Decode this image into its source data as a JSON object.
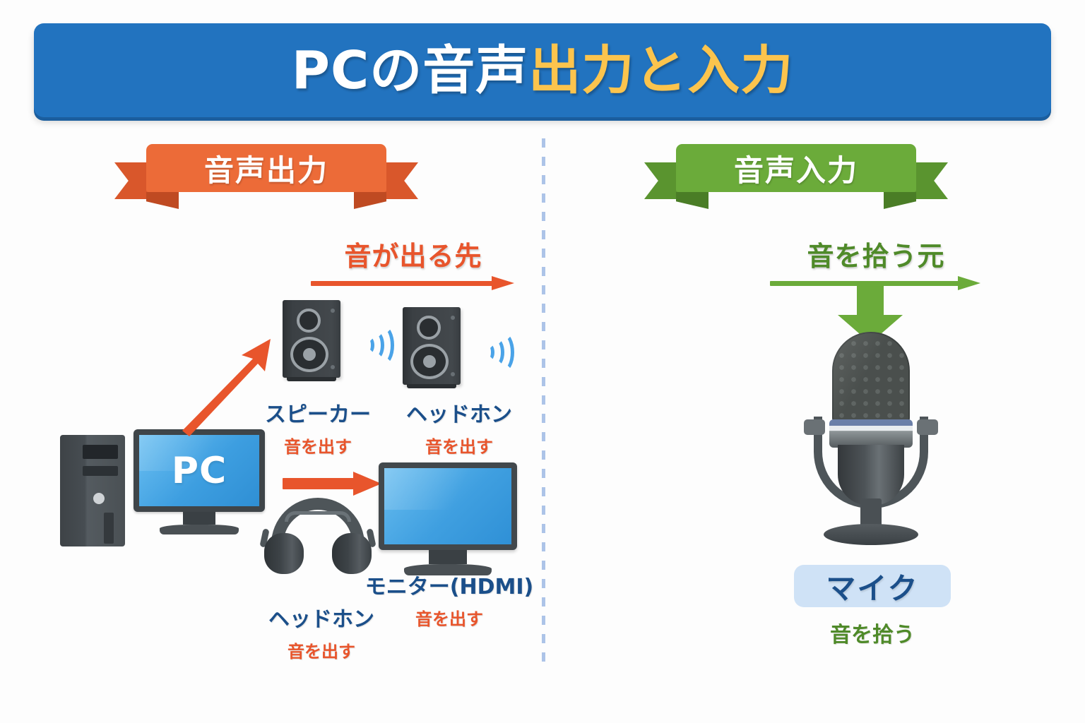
{
  "title": {
    "white_part": "PCの音声",
    "accent_part": "出力と入力",
    "banner_color": "#2273bf",
    "accent_color": "#fcc44d"
  },
  "sections": {
    "output": {
      "ribbon_label": "音声出力",
      "ribbon_color": "#ec6b38",
      "flow_caption": "音が出る先",
      "flow_color": "#e8552c",
      "source_label": "PC",
      "devices": [
        {
          "name": "スピーカー",
          "sub": "音を出す",
          "icon": "speaker-icon"
        },
        {
          "name": "ヘッドホン",
          "sub": "音を出す",
          "icon": "speaker-icon"
        },
        {
          "name": "ヘッドホン",
          "sub": "音を出す",
          "icon": "headphone-icon"
        },
        {
          "name": "モニター(HDMI)",
          "sub": "音を出す",
          "icon": "monitor-icon"
        }
      ]
    },
    "input": {
      "ribbon_label": "音声入力",
      "ribbon_color": "#6bab3a",
      "flow_caption": "音を拾う元",
      "flow_color": "#4f8a29",
      "device": {
        "name": "マイク",
        "sub": "音を拾う",
        "icon": "microphone-icon",
        "badge_color": "#cfe2f6"
      }
    }
  }
}
